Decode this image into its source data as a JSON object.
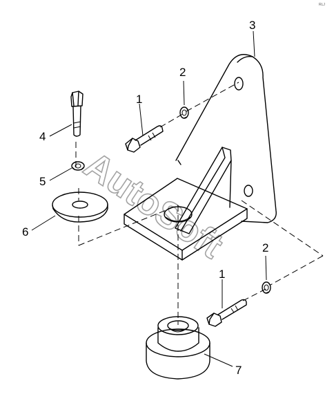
{
  "corner_mark": "RLJ",
  "watermark": "AutoSoft",
  "callouts": {
    "c1_upper": "1",
    "c1_lower": "1",
    "c2_upper": "2",
    "c2_lower": "2",
    "c3": "3",
    "c4": "4",
    "c5": "5",
    "c6": "6",
    "c7": "7"
  },
  "icons": {
    "bracket": "triangular-mounting-bracket",
    "bolt": "hex-bolt",
    "washer": "flat-washer",
    "nut": "lock-nut",
    "mount": "rubber-mount"
  }
}
